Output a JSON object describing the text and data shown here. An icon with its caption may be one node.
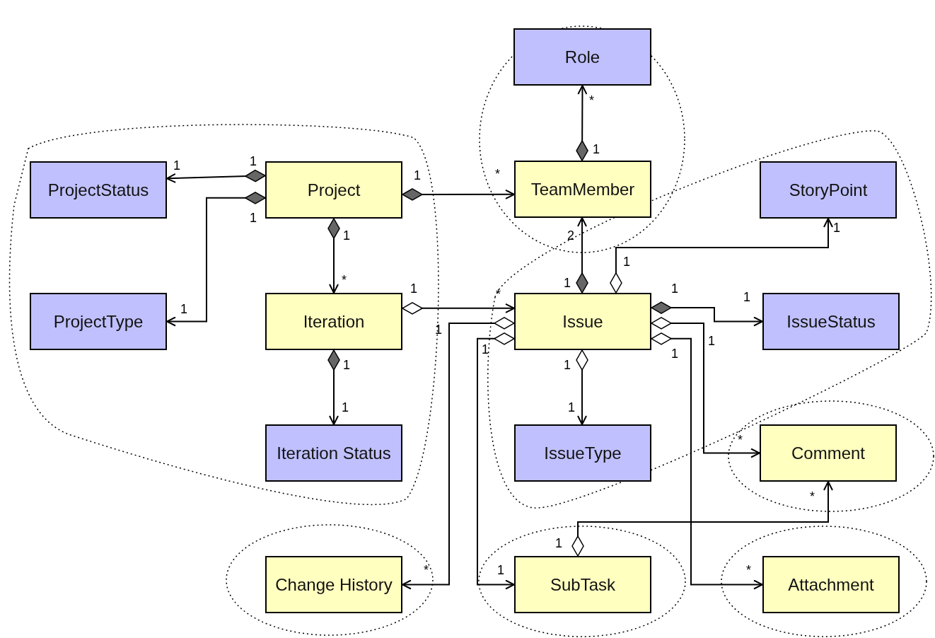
{
  "diagram": {
    "nodes": [
      {
        "text": [
          "Role"
        ]
      },
      {
        "text": [
          "ProjectStatus"
        ]
      },
      {
        "text": [
          "Project"
        ]
      },
      {
        "text": [
          "TeamMember"
        ]
      },
      {
        "text": [
          "StoryPoint"
        ]
      },
      {
        "text": [
          "ProjectType"
        ]
      },
      {
        "text": [
          "Iteration"
        ]
      },
      {
        "text": [
          "Issue"
        ]
      },
      {
        "text": [
          "IssueStatus"
        ]
      },
      {
        "text": [
          "Iteration Status"
        ]
      },
      {
        "text": [
          "IssueType"
        ]
      },
      {
        "text": [
          "Comment"
        ]
      },
      {
        "text": [
          "Change History"
        ]
      },
      {
        "text": [
          "SubTask"
        ]
      },
      {
        "text": [
          "Attachment"
        ]
      }
    ],
    "edges": [
      {
        "from": 2,
        "to": 1,
        "arrow": "to"
      },
      {
        "from": 2,
        "to": 5,
        "arrow": "to"
      },
      {
        "from": 2,
        "to": 3,
        "arrow": "to"
      },
      {
        "from": 2,
        "to": 6,
        "arrow": "to"
      },
      {
        "from": 3,
        "to": 0,
        "arrow": "to"
      },
      {
        "from": 6,
        "to": 7,
        "arrow": "to"
      },
      {
        "from": 6,
        "to": 9,
        "arrow": "to"
      },
      {
        "from": 7,
        "to": 3,
        "arrow": "to"
      },
      {
        "from": 7,
        "to": 4,
        "arrow": "to"
      },
      {
        "from": 7,
        "to": 8,
        "arrow": "to"
      },
      {
        "from": 7,
        "to": 12,
        "arrow": "to"
      },
      {
        "from": 7,
        "to": 13,
        "arrow": "to"
      },
      {
        "from": 7,
        "to": 11,
        "arrow": "to"
      },
      {
        "from": 7,
        "to": 14,
        "arrow": "to"
      },
      {
        "from": 7,
        "to": 10,
        "arrow": "to"
      },
      {
        "from": 13,
        "to": 11,
        "arrow": "to"
      }
    ],
    "labels": [
      "*",
      "1",
      "1",
      "1",
      "1",
      "*",
      "1",
      "1",
      "2",
      "1",
      "1",
      "*",
      "1",
      "1",
      "*",
      "1",
      "1",
      "1",
      "1",
      "1",
      "1",
      "1",
      "1",
      "1",
      "1",
      "1",
      "*",
      "*",
      "1",
      "*",
      "1",
      "*"
    ]
  }
}
